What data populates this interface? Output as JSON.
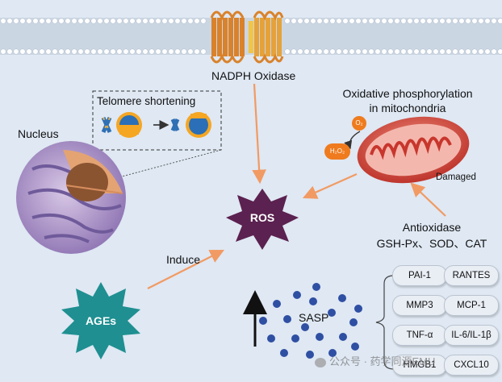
{
  "membrane": {
    "enzyme_label": "NADPH Oxidase"
  },
  "mitochondria": {
    "title_line1": "Oxidative phosphorylation",
    "title_line2": "in mitochondria",
    "o2_label": "O₂",
    "h2o2_label": "H₂O₂",
    "status_label": "Damaged"
  },
  "nucleus": {
    "label": "Nucleus",
    "telomere_label": "Telomere shortening"
  },
  "ros": {
    "label": "ROS"
  },
  "antioxidase": {
    "title": "Antioxidase",
    "enzymes": "GSH-Px、SOD、CAT"
  },
  "ages": {
    "label": "AGEs",
    "arrow_label": "Induce"
  },
  "sasp": {
    "label": "SASP",
    "factors": [
      "PAI-1",
      "RANTES",
      "MMP3",
      "MCP-1",
      "TNF-α",
      "IL-6/IL-1β",
      "HMGB1",
      "CXCL10"
    ]
  },
  "watermark": {
    "text": "公众号 · 药学同源EMU"
  },
  "colors": {
    "background": "#dfe8f3",
    "arrow": "#f29a63",
    "ros_fill": "#5b2150",
    "ages_fill": "#1f8f91",
    "sasp_dot": "#2f4fa3",
    "mito_red": "#c8362c",
    "enzyme_orange": "#d9822b"
  }
}
